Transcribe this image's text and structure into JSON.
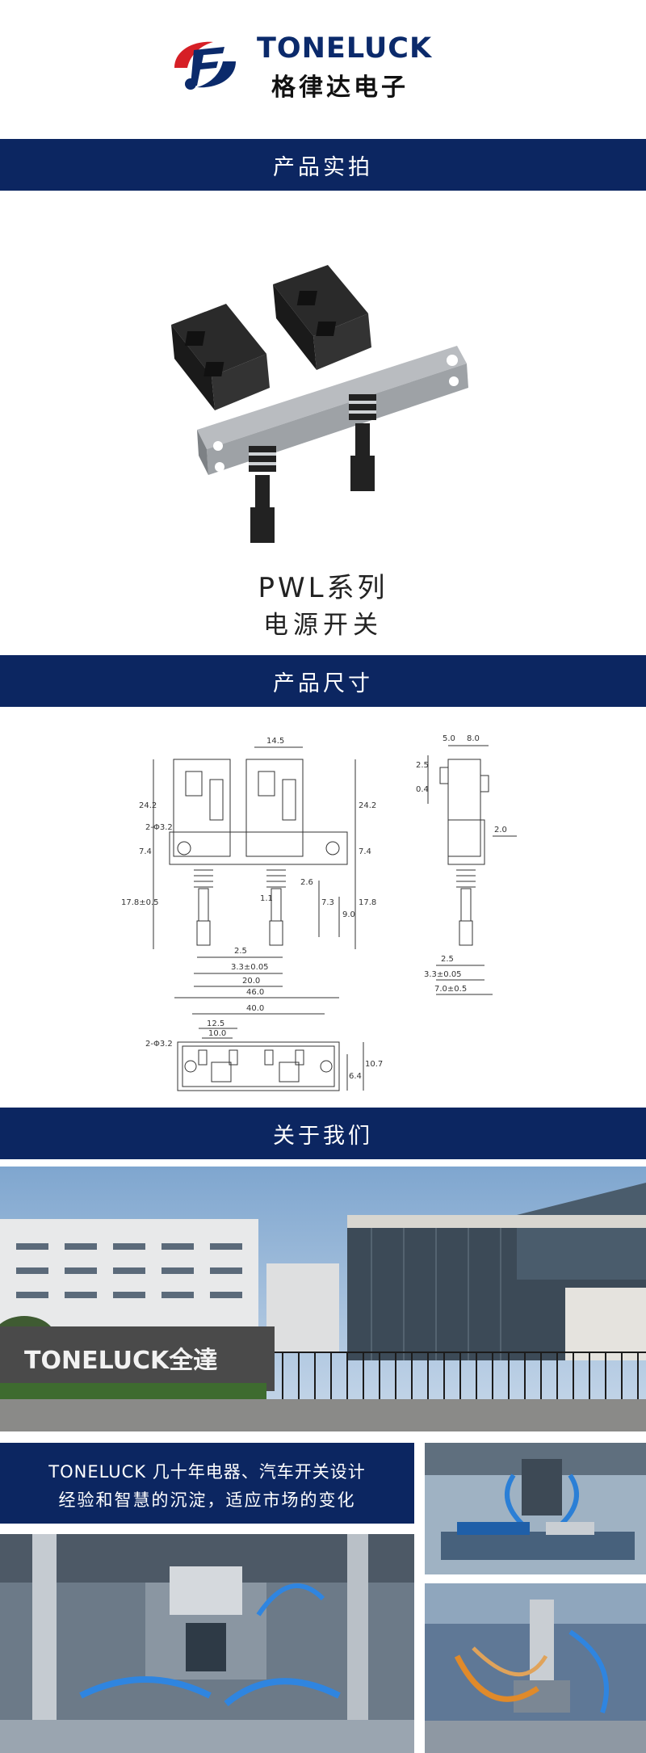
{
  "brand": {
    "name_en": "TONELUCK",
    "name_cn": "格律达电子",
    "sign_text": "TONELUCK全達",
    "logo_colors": {
      "red": "#d61f26",
      "blue": "#0b2a6b"
    }
  },
  "sections": {
    "photo": "产品实拍",
    "dimensions": "产品尺寸",
    "about": "关于我们"
  },
  "product": {
    "series": "PWL系列",
    "type": "电源开关"
  },
  "drawing_labels": {
    "front_top": "14.5",
    "left_top": "24.2",
    "right_top": "24.2",
    "hole": "2-Φ3.2",
    "left_mid": "7.4",
    "right_mid": "7.4",
    "left_low": "17.8±0.5",
    "right_low": "17.8",
    "d26": "2.6",
    "d11": "1.1",
    "d73": "7.3",
    "d90": "9.0",
    "d25": "2.5",
    "d33": "3.3±0.05",
    "d20": "20.0",
    "side_top1": "5.0",
    "side_top2": "8.0",
    "side_v1": "2.5",
    "side_v2": "0.4",
    "side_20": "2.0",
    "side_25": "2.5",
    "side_33": "3.3±0.05",
    "side_70": "7.0±0.5",
    "bot_46": "46.0",
    "bot_40": "40.0",
    "bot_125": "12.5",
    "bot_100": "10.0",
    "bot_hole": "2-Φ3.2",
    "bot_64": "6.4",
    "bot_107": "10.7"
  },
  "about": {
    "line1": "TONELUCK 几十年电器、汽车开关设计",
    "line2": "经验和智慧的沉淀，适应市场的变化"
  }
}
